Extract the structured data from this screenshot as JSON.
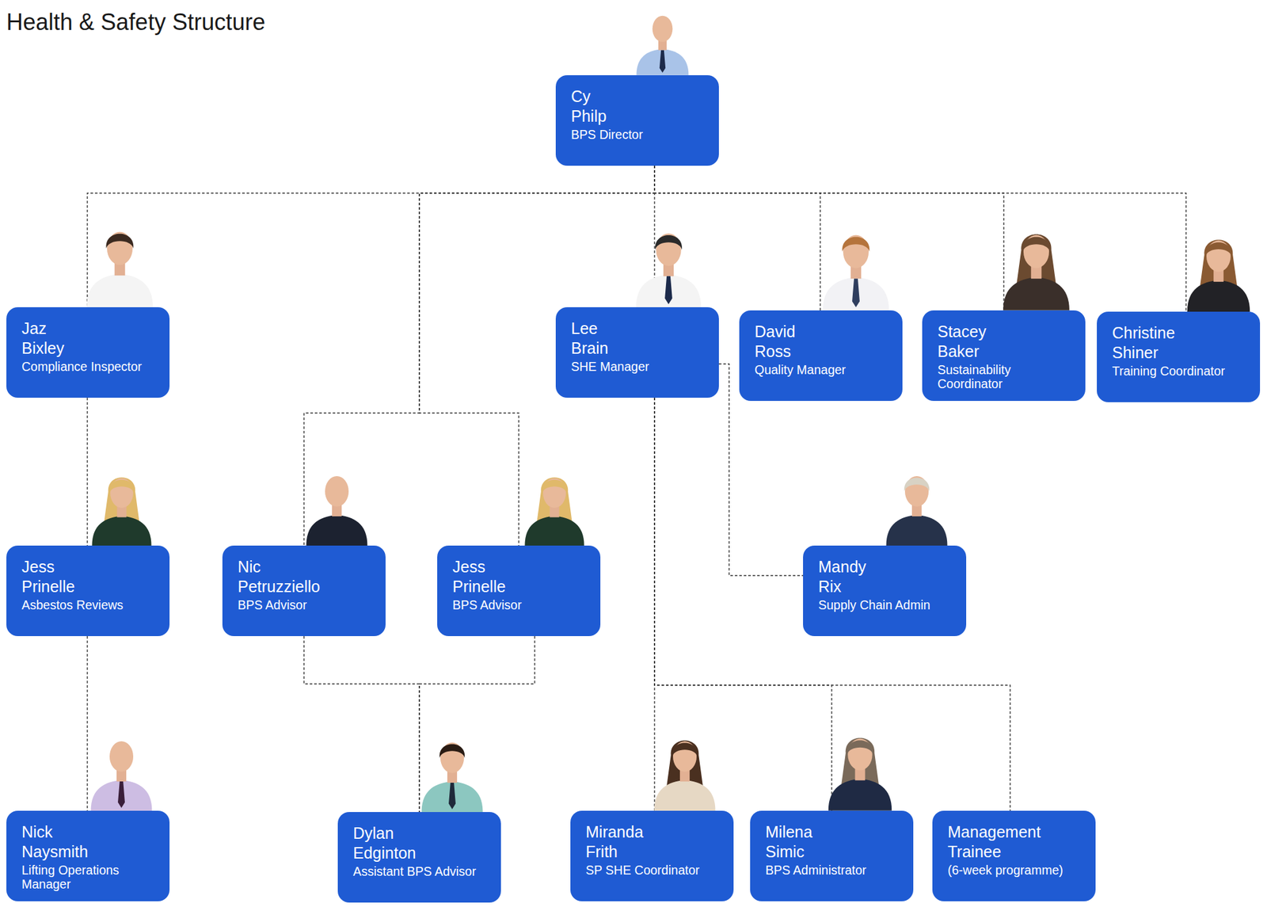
{
  "diagram": {
    "title": "Health & Safety Structure",
    "nodes": [
      {
        "text": [
          "Cy Philp",
          "BPS Director"
        ]
      },
      {
        "text": [
          "Jaz Bixley",
          "Compliance Inspector"
        ]
      },
      {
        "text": [
          "Lee Brain",
          "SHE Manager"
        ]
      },
      {
        "text": [
          "David Ross",
          "Quality Manager"
        ]
      },
      {
        "text": [
          "Stacey Baker",
          "Sustainability Coordinator"
        ]
      },
      {
        "text": [
          "Christine Shiner",
          "Training Coordinator"
        ]
      },
      {
        "text": [
          "Jess Prinelle",
          "Asbestos Reviews"
        ]
      },
      {
        "text": [
          "Nic Petruzziello",
          "BPS Advisor"
        ]
      },
      {
        "text": [
          "Jess Prinelle",
          "BPS Advisor"
        ]
      },
      {
        "text": [
          "Mandy Rix",
          "Supply Chain Admin"
        ]
      },
      {
        "text": [
          "Nick Naysmith",
          "Lifting Operations Manager"
        ]
      },
      {
        "text": [
          "Dylan Edginton",
          "Assistant BPS Advisor"
        ]
      },
      {
        "text": [
          "Miranda Frith",
          "SP SHE Coordinator"
        ]
      },
      {
        "text": [
          "Milena Simic",
          "BPS Administrator"
        ]
      },
      {
        "text": [
          "Management Trainee",
          "(6-week programme)"
        ]
      }
    ],
    "edges": [
      {
        "from": 0,
        "to": 1,
        "arrow": "none"
      },
      {
        "from": 0,
        "to": 7,
        "arrow": "none"
      },
      {
        "from": 0,
        "to": 8,
        "arrow": "none"
      },
      {
        "from": 0,
        "to": 2,
        "arrow": "none"
      },
      {
        "from": 0,
        "to": 3,
        "arrow": "none"
      },
      {
        "from": 0,
        "to": 4,
        "arrow": "none"
      },
      {
        "from": 0,
        "to": 5,
        "arrow": "none"
      },
      {
        "from": 1,
        "to": 6,
        "arrow": "none"
      },
      {
        "from": 6,
        "to": 10,
        "arrow": "none"
      },
      {
        "from": 7,
        "to": 11,
        "arrow": "none"
      },
      {
        "from": 8,
        "to": 11,
        "arrow": "none"
      },
      {
        "from": 2,
        "to": 9,
        "arrow": "none"
      },
      {
        "from": 2,
        "to": 12,
        "arrow": "none"
      },
      {
        "from": 2,
        "to": 13,
        "arrow": "none"
      },
      {
        "from": 2,
        "to": 14,
        "arrow": "none"
      }
    ]
  }
}
